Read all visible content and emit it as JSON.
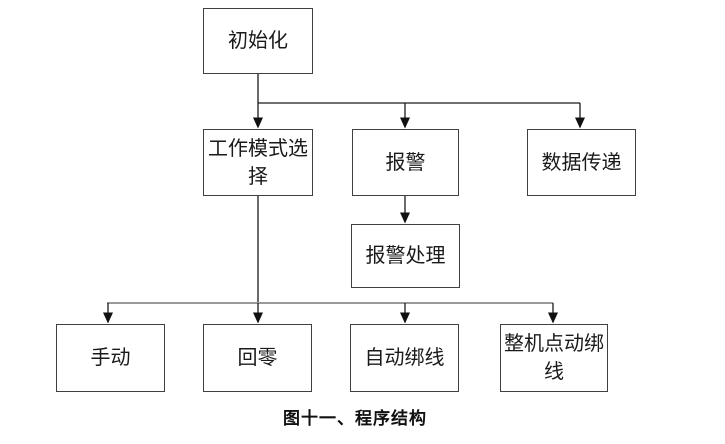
{
  "diagram": {
    "type": "flowchart",
    "caption": "图十一、程序结构",
    "colors": {
      "box_border": "#404040",
      "line": "#1a1a1a",
      "branch_line": "#9a9a9a",
      "text": "#1a1a1a",
      "background": "#ffffff"
    },
    "nodes": {
      "init": {
        "label": "初始化"
      },
      "mode": {
        "label": "工作模式选择"
      },
      "alarm": {
        "label": "报警"
      },
      "data": {
        "label": "数据传递"
      },
      "alarm_handle": {
        "label": "报警处理"
      },
      "manual": {
        "label": "手动"
      },
      "zero": {
        "label": "回零"
      },
      "auto_bind": {
        "label": "自动绑线"
      },
      "jog_bind": {
        "label": "整机点动绑线"
      }
    },
    "edges": [
      {
        "from": "初始化",
        "to": "工作模式选择"
      },
      {
        "from": "初始化",
        "to": "报警"
      },
      {
        "from": "初始化",
        "to": "数据传递"
      },
      {
        "from": "报警",
        "to": "报警处理"
      },
      {
        "from": "工作模式选择",
        "to": "手动"
      },
      {
        "from": "工作模式选择",
        "to": "回零"
      },
      {
        "from": "工作模式选择",
        "to": "自动绑线"
      },
      {
        "from": "工作模式选择",
        "to": "整机点动绑线"
      }
    ]
  }
}
